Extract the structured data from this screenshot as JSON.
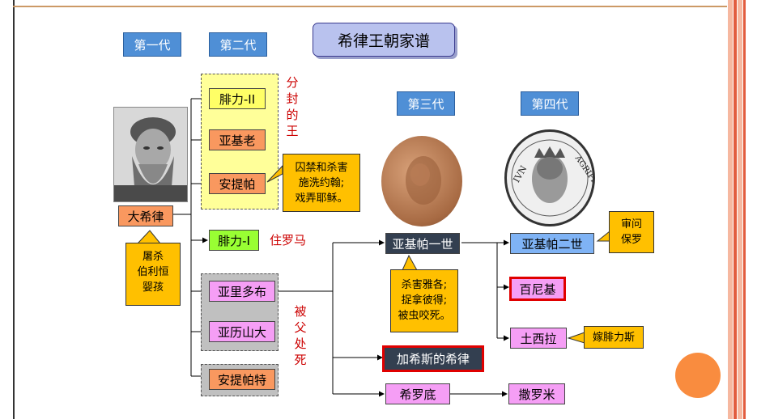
{
  "title": "希律王朝家谱",
  "generations": [
    "第一代",
    "第二代",
    "第三代",
    "第四代"
  ],
  "nodes": {
    "herod": "大希律",
    "philip2": "腓力-II",
    "archelaus": "亚基老",
    "antipas": "安提帕",
    "philip1": "腓力-I",
    "aristobulus": "亚里多布",
    "alexander": "亚历山大",
    "antipater": "安提帕特",
    "agrippa1": "亚基帕一世",
    "herodias": "加希斯的希律",
    "herodias2": "希罗底",
    "agrippa2": "亚基帕二世",
    "bernice": "百尼基",
    "drusilla": "土西拉",
    "salome": "撒罗米"
  },
  "labels": {
    "tetrarch": [
      "分",
      "封",
      "的",
      "王"
    ],
    "rome": "住罗马",
    "killed_by_father": [
      "被",
      "父",
      "处",
      "死"
    ]
  },
  "notes": {
    "herod": [
      "屠杀",
      "伯利恒",
      "婴孩"
    ],
    "antipas": [
      "囚禁和杀害",
      "施洗约翰;",
      "戏弄耶稣。"
    ],
    "agrippa1": [
      "杀害雅各;",
      "捉拿彼得;",
      "被虫咬死。"
    ],
    "agrippa2": [
      "审问",
      "保罗"
    ],
    "drusilla": "嫁腓力斯"
  },
  "colors": {
    "generation": "#4f8fd6",
    "salmon": "#f9985f",
    "yellow": "#ffff66",
    "lime": "#99ff33",
    "pink": "#f59ef5",
    "navy": "#333f50",
    "blue": "#7fb3f5",
    "note": "#ffc000",
    "highlight": "#e00000",
    "orange_dot": "#f98c3f"
  }
}
